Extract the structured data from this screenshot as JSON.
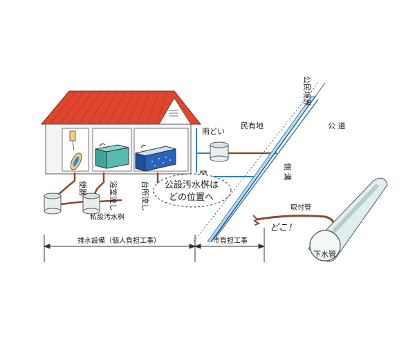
{
  "labels": {
    "public_boundary": "公民境界",
    "private_land": "民有地",
    "public_road": "公 道",
    "rain_gutter": "雨どい",
    "side_ditch": "側 溝",
    "toilet": "便器",
    "bath_drain": "浴室流し",
    "kitchen_sink": "台所流し",
    "question_line1": "公設汚水桝は",
    "question_line2": "どの位置へ",
    "private_basin": "私設汚水桝",
    "connection_pipe": "取付管",
    "where": "どこ！",
    "sewer_main": "下水管",
    "private_work": "排水設備（個人負担工事）",
    "city_work": "市負担工事"
  },
  "colors": {
    "roof": "#e0452d",
    "water_blue": "#2f7fc1",
    "pipe_brown": "#8a4a2b",
    "sewer_body": "#dfeeee"
  }
}
